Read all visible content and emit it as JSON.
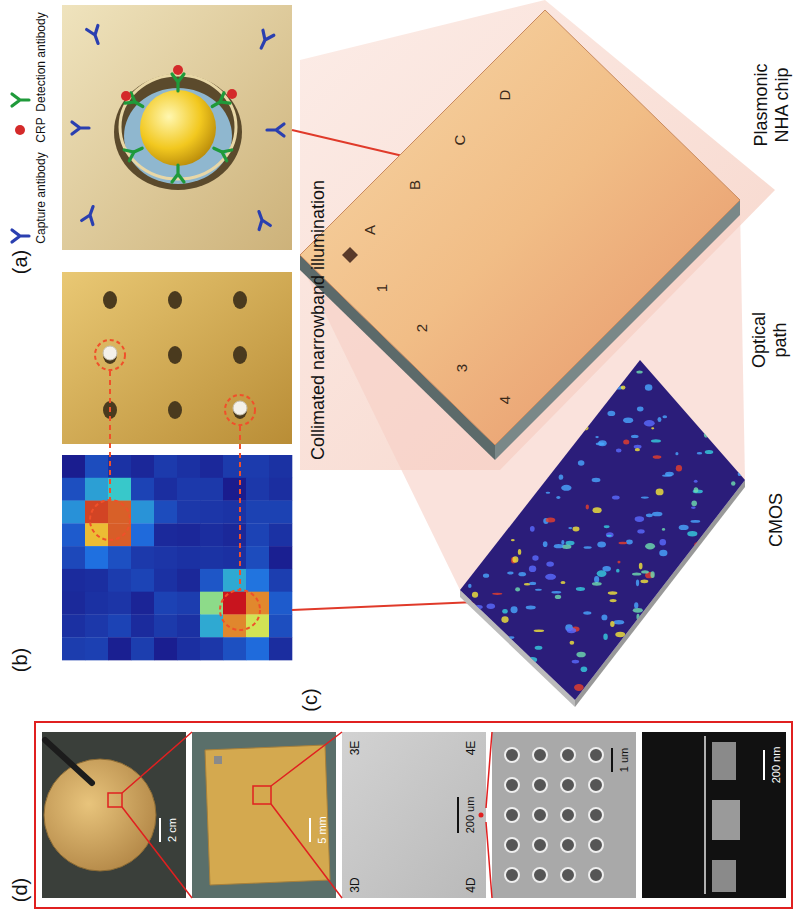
{
  "diagram": {
    "nodes": [
      {
        "text": [
          "Plasmonic NHA chip",
          "A",
          "B",
          "C",
          "D",
          "1",
          "2",
          "3",
          "4"
        ]
      },
      {
        "text": [
          "CMOS"
        ]
      },
      {
        "text": [
          "2 cm"
        ]
      },
      {
        "text": [
          "5 mm"
        ]
      },
      {
        "text": [
          "3D",
          "3E",
          "4D",
          "4E",
          "200 um"
        ]
      },
      {
        "text": [
          "1 um"
        ]
      },
      {
        "text": [
          "200 nm"
        ]
      }
    ],
    "edges": [
      {
        "from": 2,
        "to": 3,
        "arrow": "none"
      },
      {
        "from": 3,
        "to": 4,
        "arrow": "none"
      },
      {
        "from": 4,
        "to": 5,
        "arrow": "none"
      }
    ],
    "labels": [
      "(a)",
      "(b)",
      "Collimated narrowband illumination",
      "Optical path",
      "(c)",
      "(d)"
    ],
    "legend": [
      {
        "text": "Capture antibody"
      },
      {
        "text": "CRP"
      },
      {
        "text": "Detection antibody"
      }
    ]
  }
}
